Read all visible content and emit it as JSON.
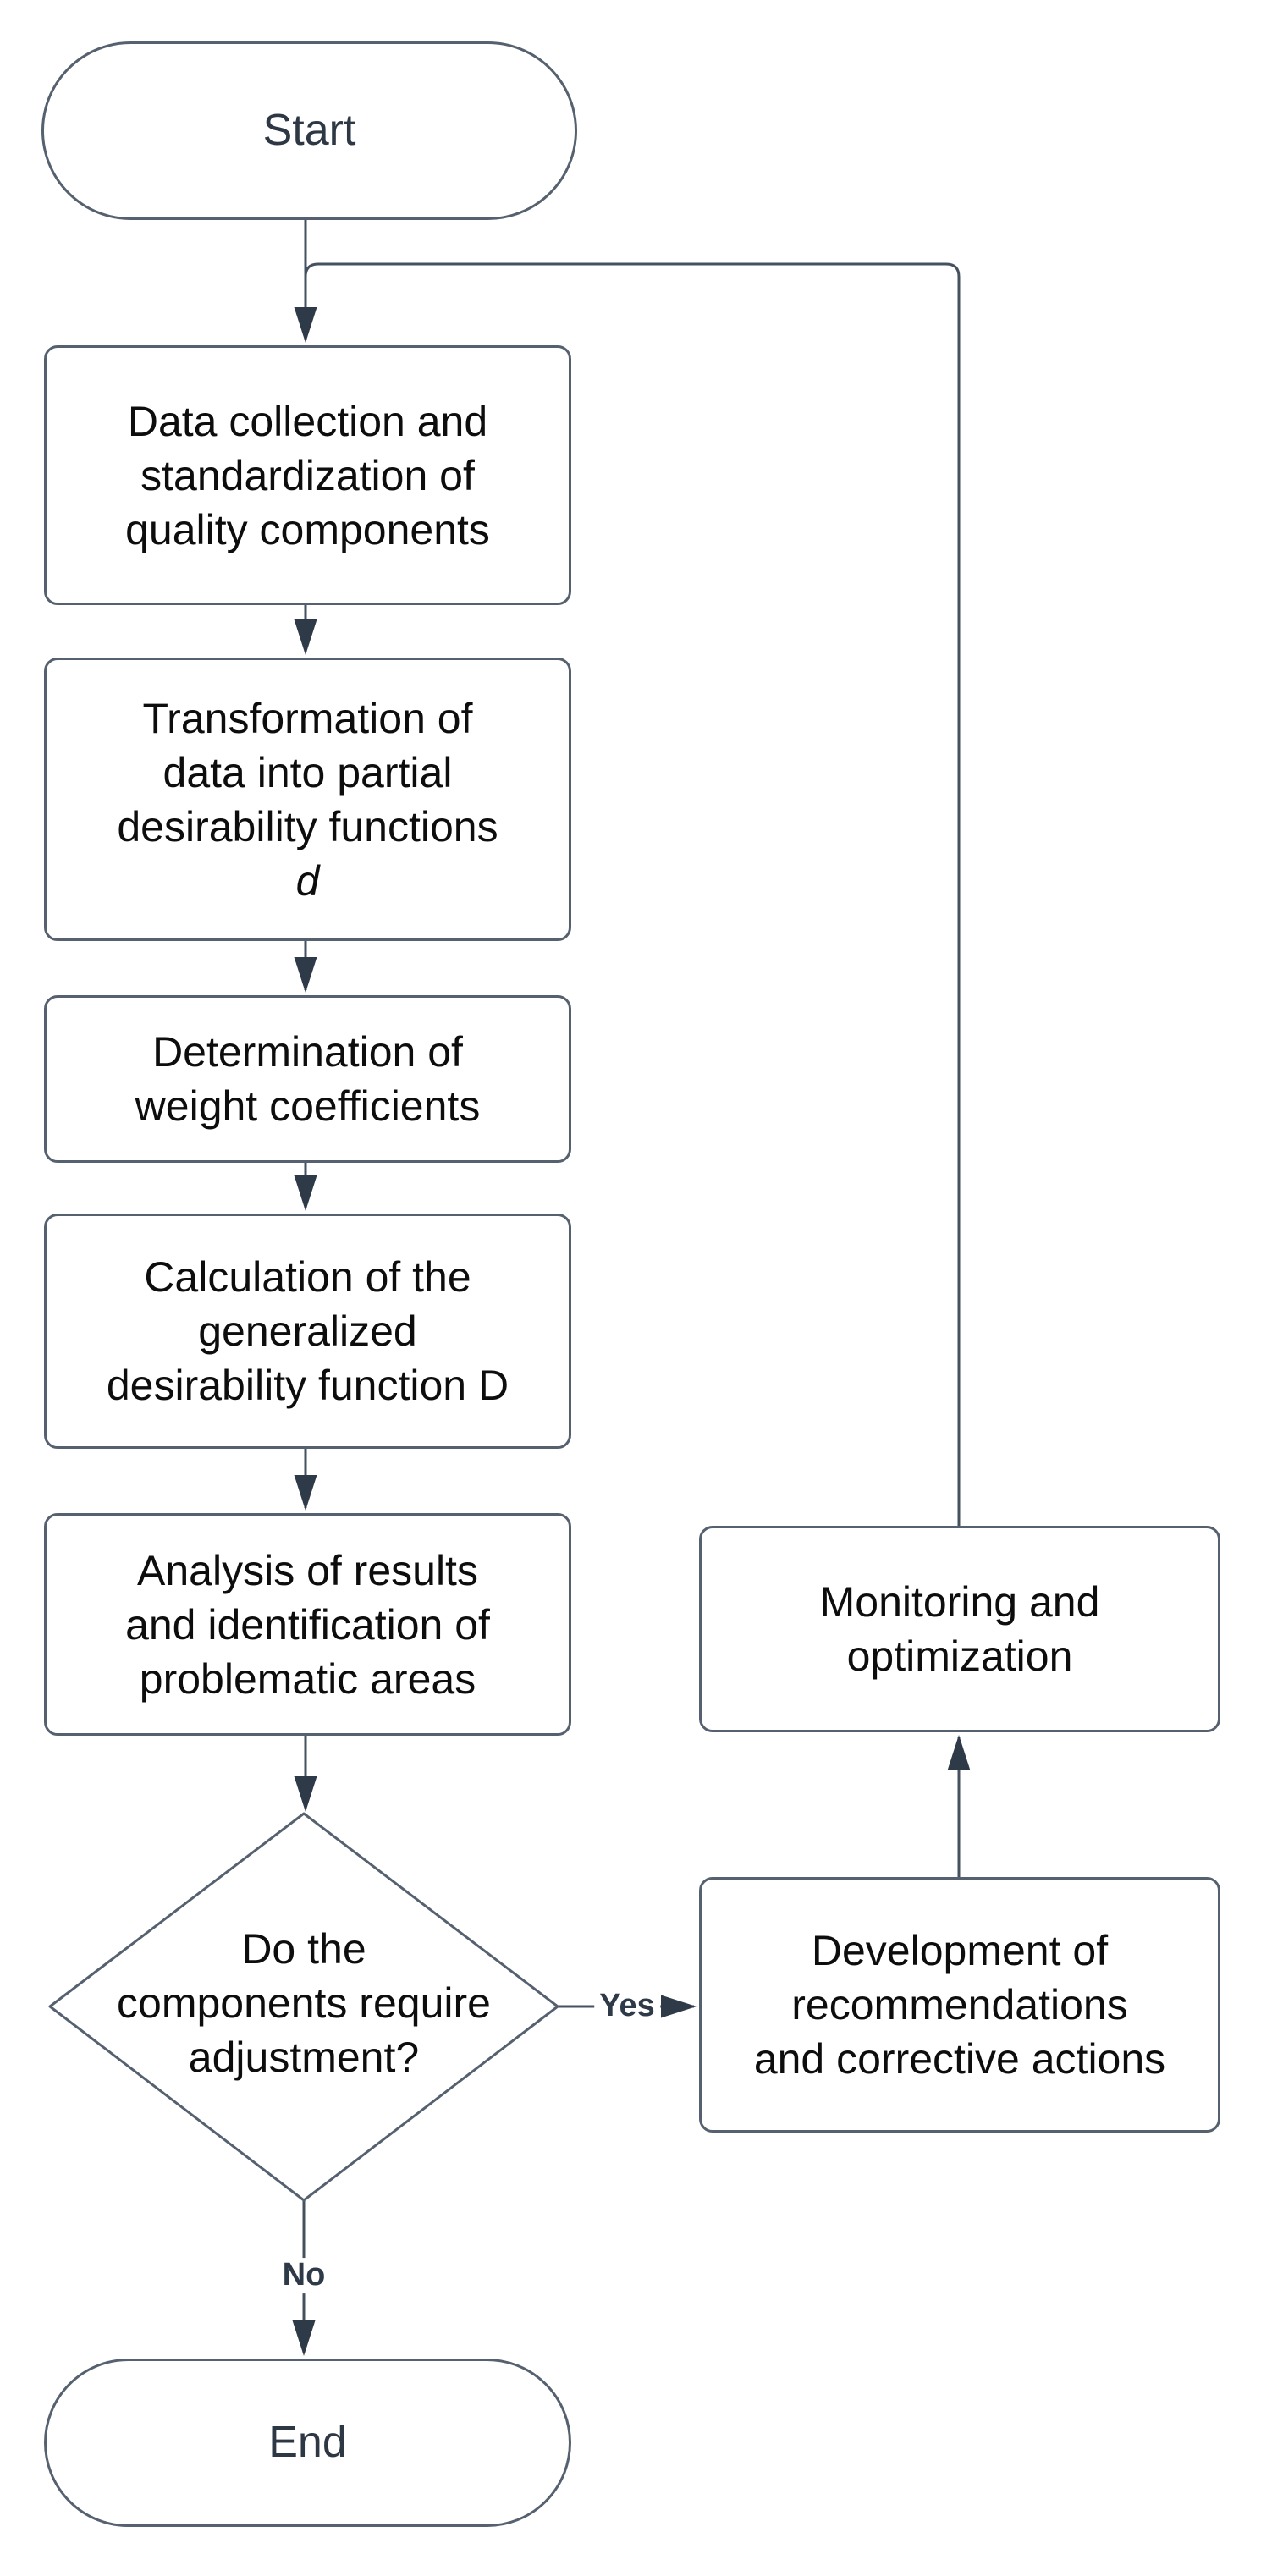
{
  "nodes": {
    "start": {
      "type": "terminator",
      "label": "Start"
    },
    "collect": {
      "type": "process",
      "label": "Data collection and\nstandardization of\nquality components"
    },
    "transform": {
      "type": "process",
      "label": "Transformation of\ndata into partial\ndesirability functions",
      "emphasis": "d"
    },
    "weights": {
      "type": "process",
      "label": "Determination of\nweight coefficients"
    },
    "calculate": {
      "type": "process",
      "label": "Calculation of the\ngeneralized\ndesirability function D"
    },
    "analyze": {
      "type": "process",
      "label": "Analysis of results\nand identification of\nproblematic areas"
    },
    "decision": {
      "type": "decision",
      "label": "Do the\ncomponents require\nadjustment?"
    },
    "develop": {
      "type": "process",
      "label": "Development of\nrecommendations\nand corrective actions"
    },
    "monitor": {
      "type": "process",
      "label": "Monitoring and\noptimization"
    },
    "end": {
      "type": "terminator",
      "label": "End"
    }
  },
  "edge_labels": {
    "yes": "Yes",
    "no": "No"
  },
  "edges": [
    {
      "from": "start",
      "to": "collect"
    },
    {
      "from": "collect",
      "to": "transform"
    },
    {
      "from": "transform",
      "to": "weights"
    },
    {
      "from": "weights",
      "to": "calculate"
    },
    {
      "from": "calculate",
      "to": "analyze"
    },
    {
      "from": "analyze",
      "to": "decision"
    },
    {
      "from": "decision",
      "to": "develop",
      "label": "Yes"
    },
    {
      "from": "decision",
      "to": "end",
      "label": "No"
    },
    {
      "from": "develop",
      "to": "monitor"
    },
    {
      "from": "monitor",
      "to": "collect"
    }
  ],
  "colors": {
    "background": "#ffffff",
    "shape_border": "#566170",
    "connector": "#46515f",
    "arrowhead": "#2e3a48",
    "process_text": "#0d0d0d",
    "terminal_text": "#2e3845",
    "edge_label_text": "#2e3a48"
  }
}
